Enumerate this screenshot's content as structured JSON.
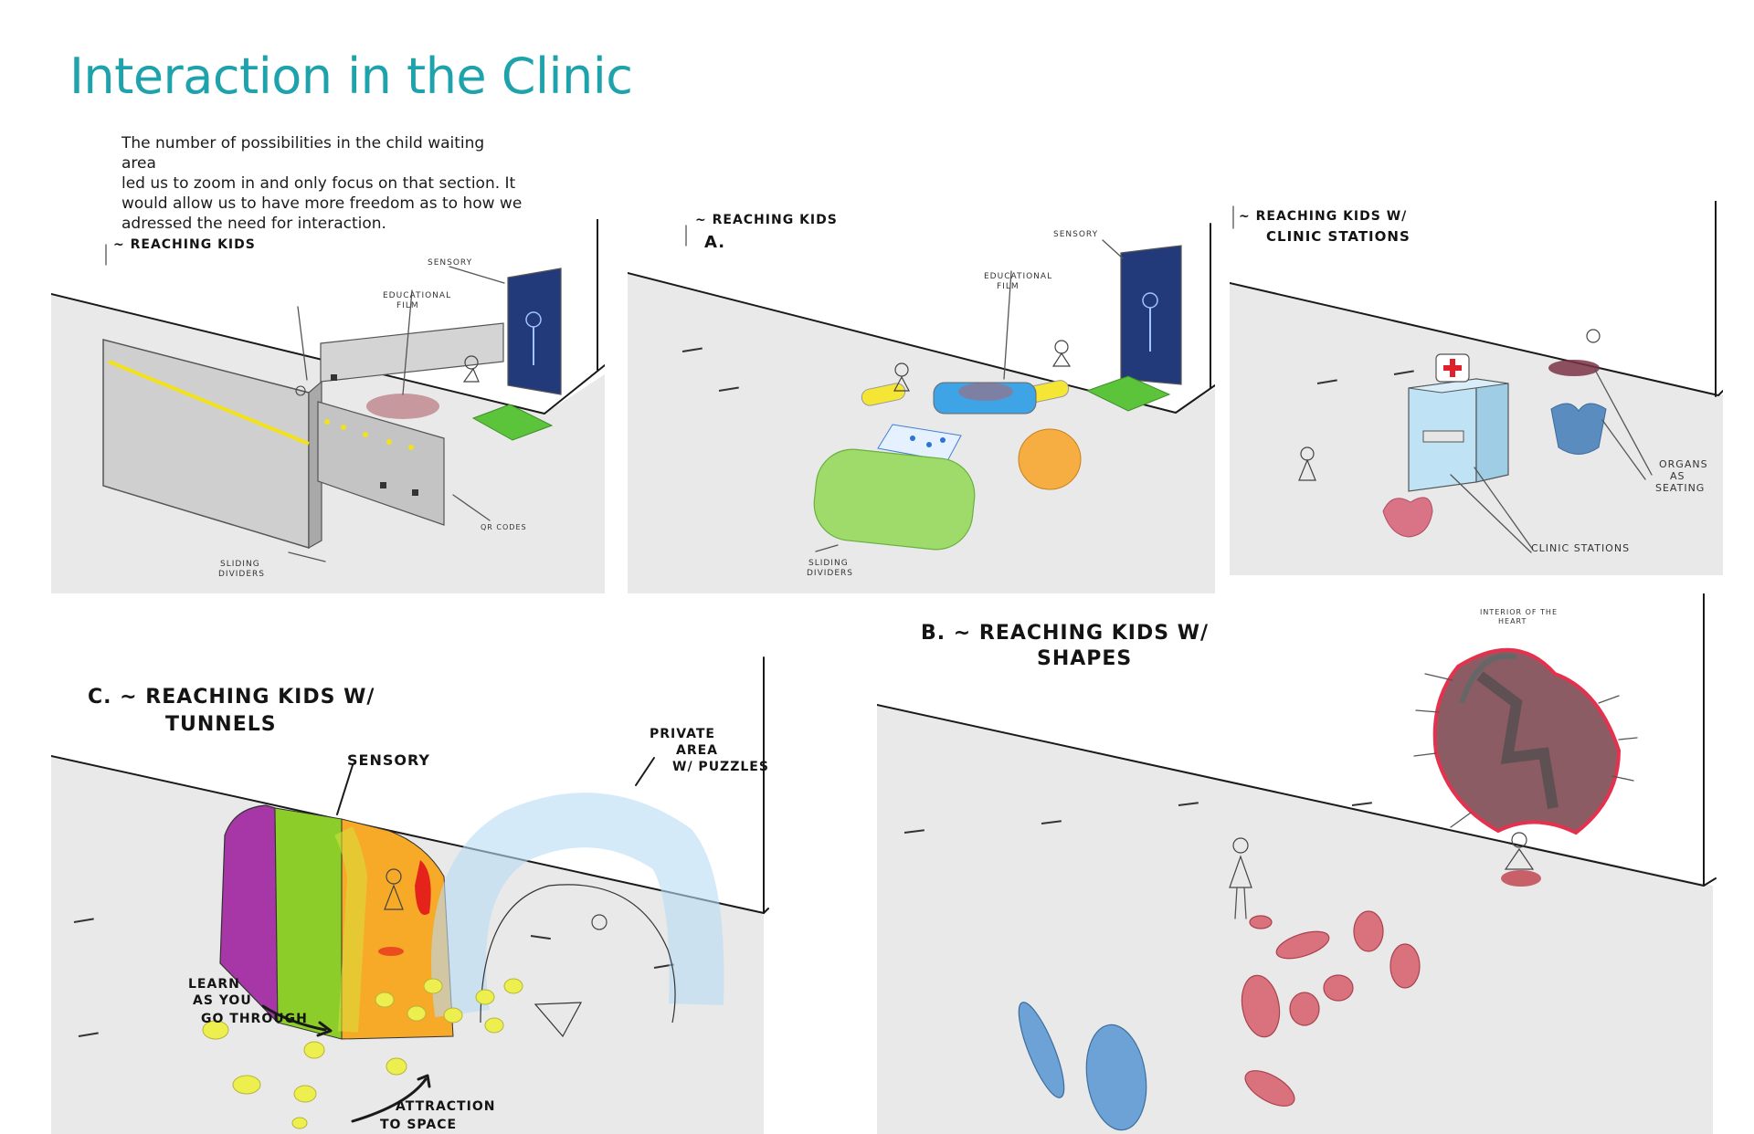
{
  "page": {
    "title": "Interaction in the Clinic",
    "intro_lines": [
      "The number of possibilities in the child waiting area",
      "led us to zoom in and only focus on that section. It",
      "would allow us to have more freedom as to how we",
      "adressed the need for interaction."
    ]
  },
  "panel_1": {
    "heading": "~ REACHING KIDS",
    "labels": {
      "sensory": "SENSORY",
      "film_line1": "EDUCATIONAL",
      "film_line2": "FILM",
      "qr": "QR CODES",
      "dividers_line1": "SLIDING",
      "dividers_line2": "DIVIDERS"
    }
  },
  "panel_2": {
    "heading": "~ REACHING KIDS",
    "sub": "A.",
    "labels": {
      "sensory": "SENSORY",
      "film_line1": "EDUCATIONAL",
      "film_line2": "FILM",
      "dividers_line1": "SLIDING",
      "dividers_line2": "DIVIDERS"
    }
  },
  "panel_3": {
    "heading_line1": "~ REACHING KIDS W/",
    "heading_line2": "CLINIC STATIONS",
    "labels": {
      "organs_line1": "ORGANS",
      "organs_line2": "AS",
      "organs_line3": "SEATING",
      "stations": "CLINIC STATIONS"
    }
  },
  "panel_4": {
    "heading_line1": "C. ~ REACHING KIDS W/",
    "heading_line2": "TUNNELS",
    "labels": {
      "sensory": "SENSORY",
      "private_line1": "PRIVATE",
      "private_line2": "AREA",
      "private_line3": "W/ PUZZLES",
      "learn_line1": "LEARN",
      "learn_line2": "AS YOU",
      "learn_line3": "GO THROUGH",
      "attract_line1": "ATTRACTION",
      "attract_line2": "TO SPACE"
    }
  },
  "panel_5": {
    "heading_line1": "B. ~ REACHING KIDS W/",
    "heading_line2": "SHAPES",
    "labels": {
      "heart_line1": "INTERIOR OF THE",
      "heart_line2": "HEART"
    }
  },
  "colors": {
    "title": "#1ea3ad",
    "floor": "#e9e9e9",
    "accent_yellow": "#f2e21a",
    "mat_green": "#5cc43a",
    "organ_red": "#c8606a",
    "organ_blue": "#4f86b8"
  }
}
